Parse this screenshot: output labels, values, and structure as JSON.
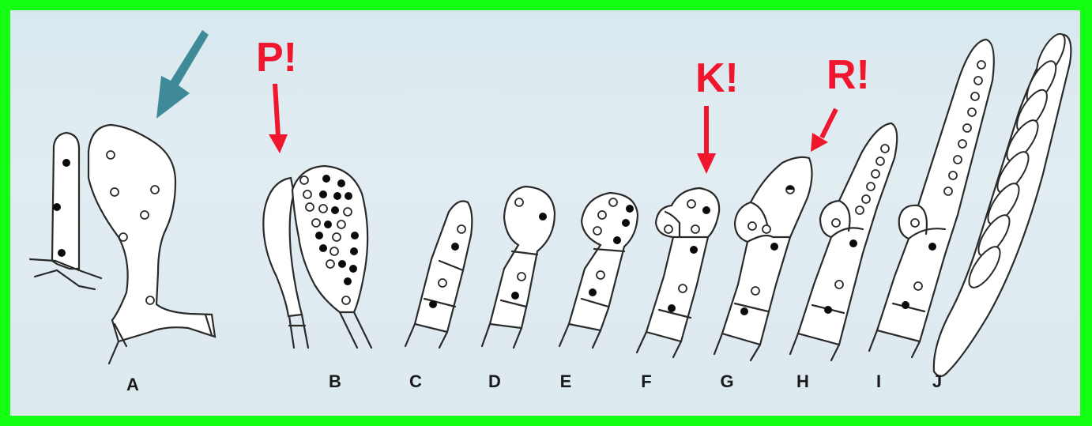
{
  "labels": {
    "A": "A",
    "B": "B",
    "C": "C",
    "D": "D",
    "E": "E",
    "F": "F",
    "G": "G",
    "H": "H",
    "I": "I",
    "J": "J"
  },
  "annotations": {
    "p": "P!",
    "k": "K!",
    "r": "R!"
  },
  "colors": {
    "frame": "#14ff14",
    "background": "#dfecf1",
    "annotation": "#f0162e",
    "pointer": "#3f8a99"
  },
  "icons": {
    "pointer": "teal-arrow-icon",
    "annotation_arrow": "red-arrow-icon"
  }
}
